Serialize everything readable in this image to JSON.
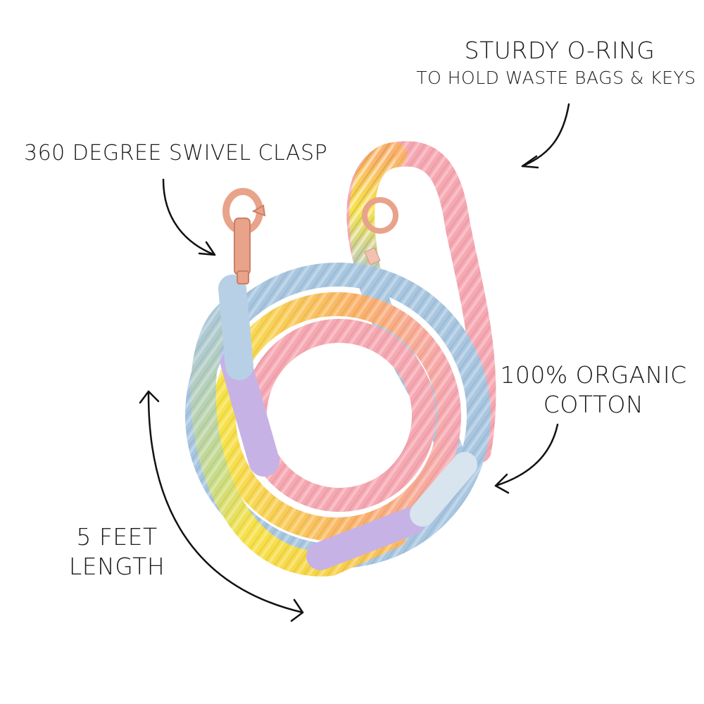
{
  "labels": {
    "oring_title": "STURDY O-RING",
    "oring_subtitle": "TO HOLD WASTE BAGS & KEYS",
    "clasp": "360 DEGREE SWIVEL CLASP",
    "cotton_line1": "100% ORGANIC",
    "cotton_line2": "COTTON",
    "length_line1": "5 FEET",
    "length_line2": "LENGTH"
  },
  "product": {
    "name": "rainbow rope dog leash",
    "hardware_color": "#e8a38a",
    "rope_colors": {
      "yellow": "#f7e24a",
      "orange": "#fbb16a",
      "pink": "#f6a8b2",
      "blue": "#a8c6e0",
      "green": "#c6dc8c",
      "lavender": "#c7b2e6"
    }
  }
}
